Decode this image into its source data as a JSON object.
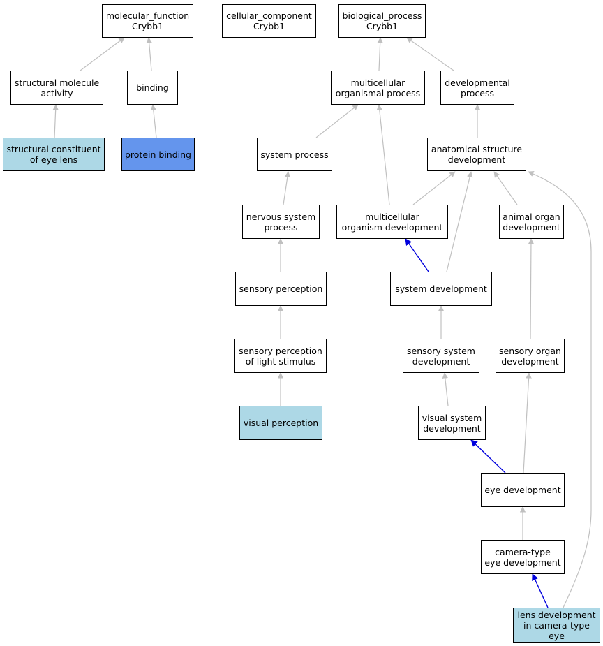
{
  "colors": {
    "node_fill": "#ffffff",
    "annotated_fill": "#add8e6",
    "direct_annotation_fill": "#6495ed",
    "edge_gray": "#c0c0c0",
    "edge_blue": "#0000dd"
  },
  "nodes": {
    "molecular_function": "molecular_function\nCrybb1",
    "cellular_component": "cellular_component\nCrybb1",
    "biological_process": "biological_process\nCrybb1",
    "structural_molecule_activity": "structural molecule\nactivity",
    "binding": "binding",
    "multicellular_organismal_process": "multicellular\norganismal process",
    "developmental_process": "developmental\nprocess",
    "structural_constituent_of_eye_lens": "structural constituent\nof eye lens",
    "protein_binding": "protein binding",
    "system_process": "system process",
    "anatomical_structure_development": "anatomical structure\ndevelopment",
    "nervous_system_process": "nervous system\nprocess",
    "multicellular_organism_development": "multicellular\norganism development",
    "animal_organ_development": "animal organ\ndevelopment",
    "sensory_perception": "sensory perception",
    "system_development": "system development",
    "sensory_perception_of_light_stimulus": "sensory perception\nof light stimulus",
    "sensory_system_development": "sensory system\ndevelopment",
    "sensory_organ_development": "sensory organ\ndevelopment",
    "visual_perception": "visual perception",
    "visual_system_development": "visual system\ndevelopment",
    "eye_development": "eye development",
    "camera_type_eye_development": "camera-type\neye development",
    "lens_development_in_camera_type_eye": "lens development\nin camera-type\neye"
  }
}
